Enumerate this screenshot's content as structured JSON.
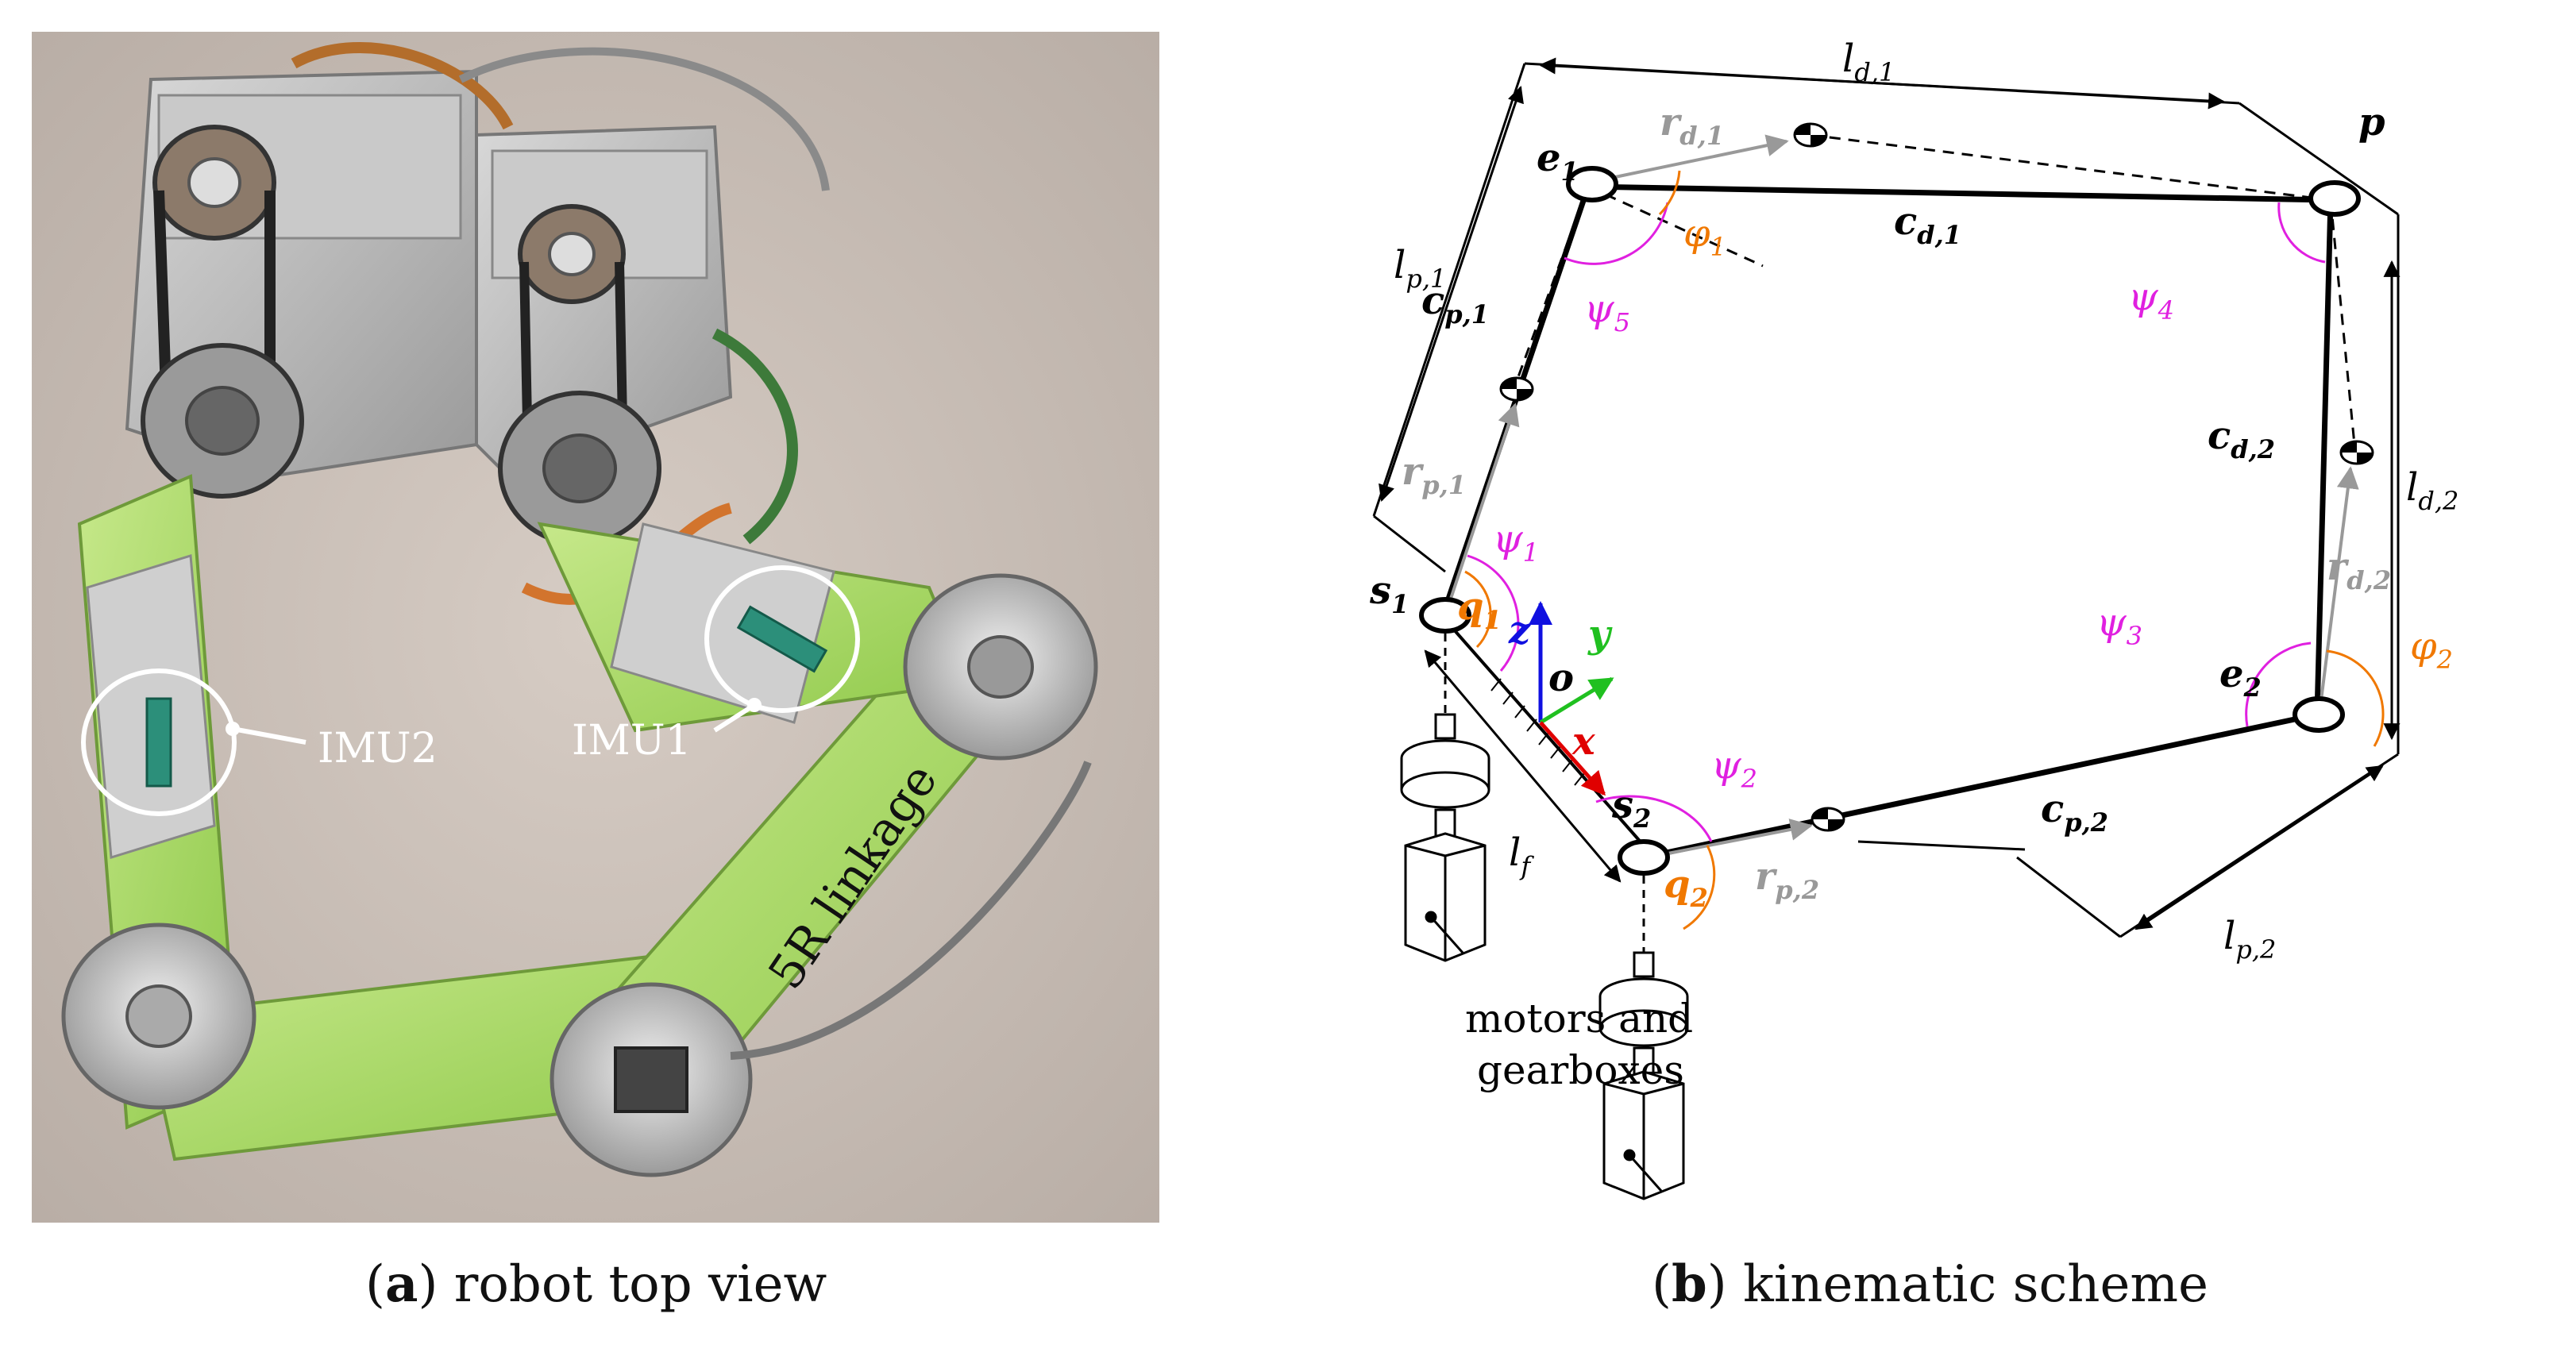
{
  "photo": {
    "imu2_label": "IMU2",
    "imu1_label": "IMU1",
    "linkage_label": "5R linkage"
  },
  "scheme": {
    "labels": {
      "ld1": {
        "main": "l",
        "sub": "d,1"
      },
      "ld2": {
        "main": "l",
        "sub": "d,2"
      },
      "lp1": {
        "main": "l",
        "sub": "p,1"
      },
      "lp2": {
        "main": "l",
        "sub": "p,2"
      },
      "lf": {
        "main": "l",
        "sub": "f"
      },
      "rd1": {
        "main": "r",
        "sub": "d,1"
      },
      "rd2": {
        "main": "r",
        "sub": "d,2"
      },
      "rp1": {
        "main": "r",
        "sub": "p,1"
      },
      "rp2": {
        "main": "r",
        "sub": "p,2"
      },
      "cd1": {
        "main": "c",
        "sub": "d,1"
      },
      "cd2": {
        "main": "c",
        "sub": "d,2"
      },
      "cp1": {
        "main": "c",
        "sub": "p,1"
      },
      "cp2": {
        "main": "c",
        "sub": "p,2"
      },
      "e1": {
        "main": "e",
        "sub": "1"
      },
      "e2": {
        "main": "e",
        "sub": "2"
      },
      "s1": {
        "main": "s",
        "sub": "1"
      },
      "s2": {
        "main": "s",
        "sub": "2"
      },
      "p": "p",
      "o": "o",
      "x": "x",
      "y": "y",
      "z": "z",
      "psi1": {
        "main": "ψ",
        "sub": "1"
      },
      "psi2": {
        "main": "ψ",
        "sub": "2"
      },
      "psi3": {
        "main": "ψ",
        "sub": "3"
      },
      "psi4": {
        "main": "ψ",
        "sub": "4"
      },
      "psi5": {
        "main": "ψ",
        "sub": "5"
      },
      "phi1": {
        "main": "φ",
        "sub": "1"
      },
      "phi2": {
        "main": "φ",
        "sub": "2"
      },
      "q1": {
        "main": "q",
        "sub": "1"
      },
      "q2": {
        "main": "q",
        "sub": "2"
      },
      "motors_line1": "motors and",
      "motors_line2": "gearboxes"
    },
    "colors": {
      "link": "#000000",
      "gray": "#999999",
      "magenta": "#e020e0",
      "orange": "#f07800",
      "x_axis": "#e00000",
      "y_axis": "#20c020",
      "z_axis": "#1010e0"
    }
  },
  "captions": {
    "a_letter": "a",
    "a_text": " robot top view",
    "b_letter": "b",
    "b_text": " kinematic scheme"
  }
}
